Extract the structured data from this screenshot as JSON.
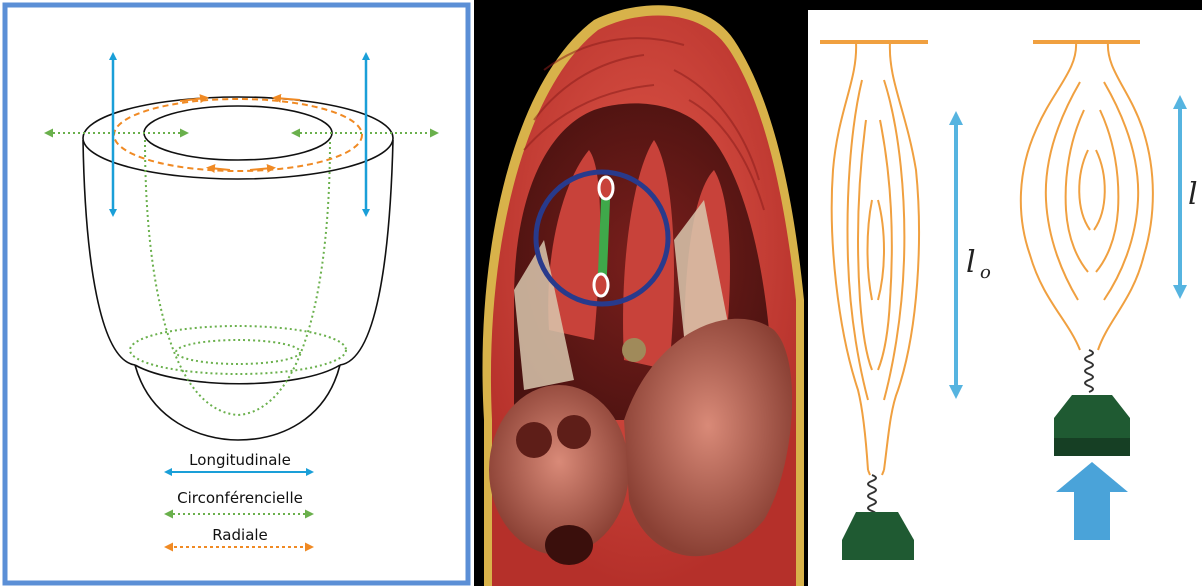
{
  "legend": {
    "longitudinal": "Longitudinale",
    "circumferential": "Circonférencielle",
    "radial": "Radiale"
  },
  "muscle": {
    "rest_length_symbol": "l",
    "rest_length_subscript": "o",
    "contracted_length_symbol": "l"
  },
  "colors": {
    "longitudinal": "#1a9fd8",
    "circumferential": "#6ab04c",
    "radial": "#f08a24",
    "frame": "#5b8fd6",
    "fiber": "#f0a040",
    "weight": "#1f5a32"
  }
}
